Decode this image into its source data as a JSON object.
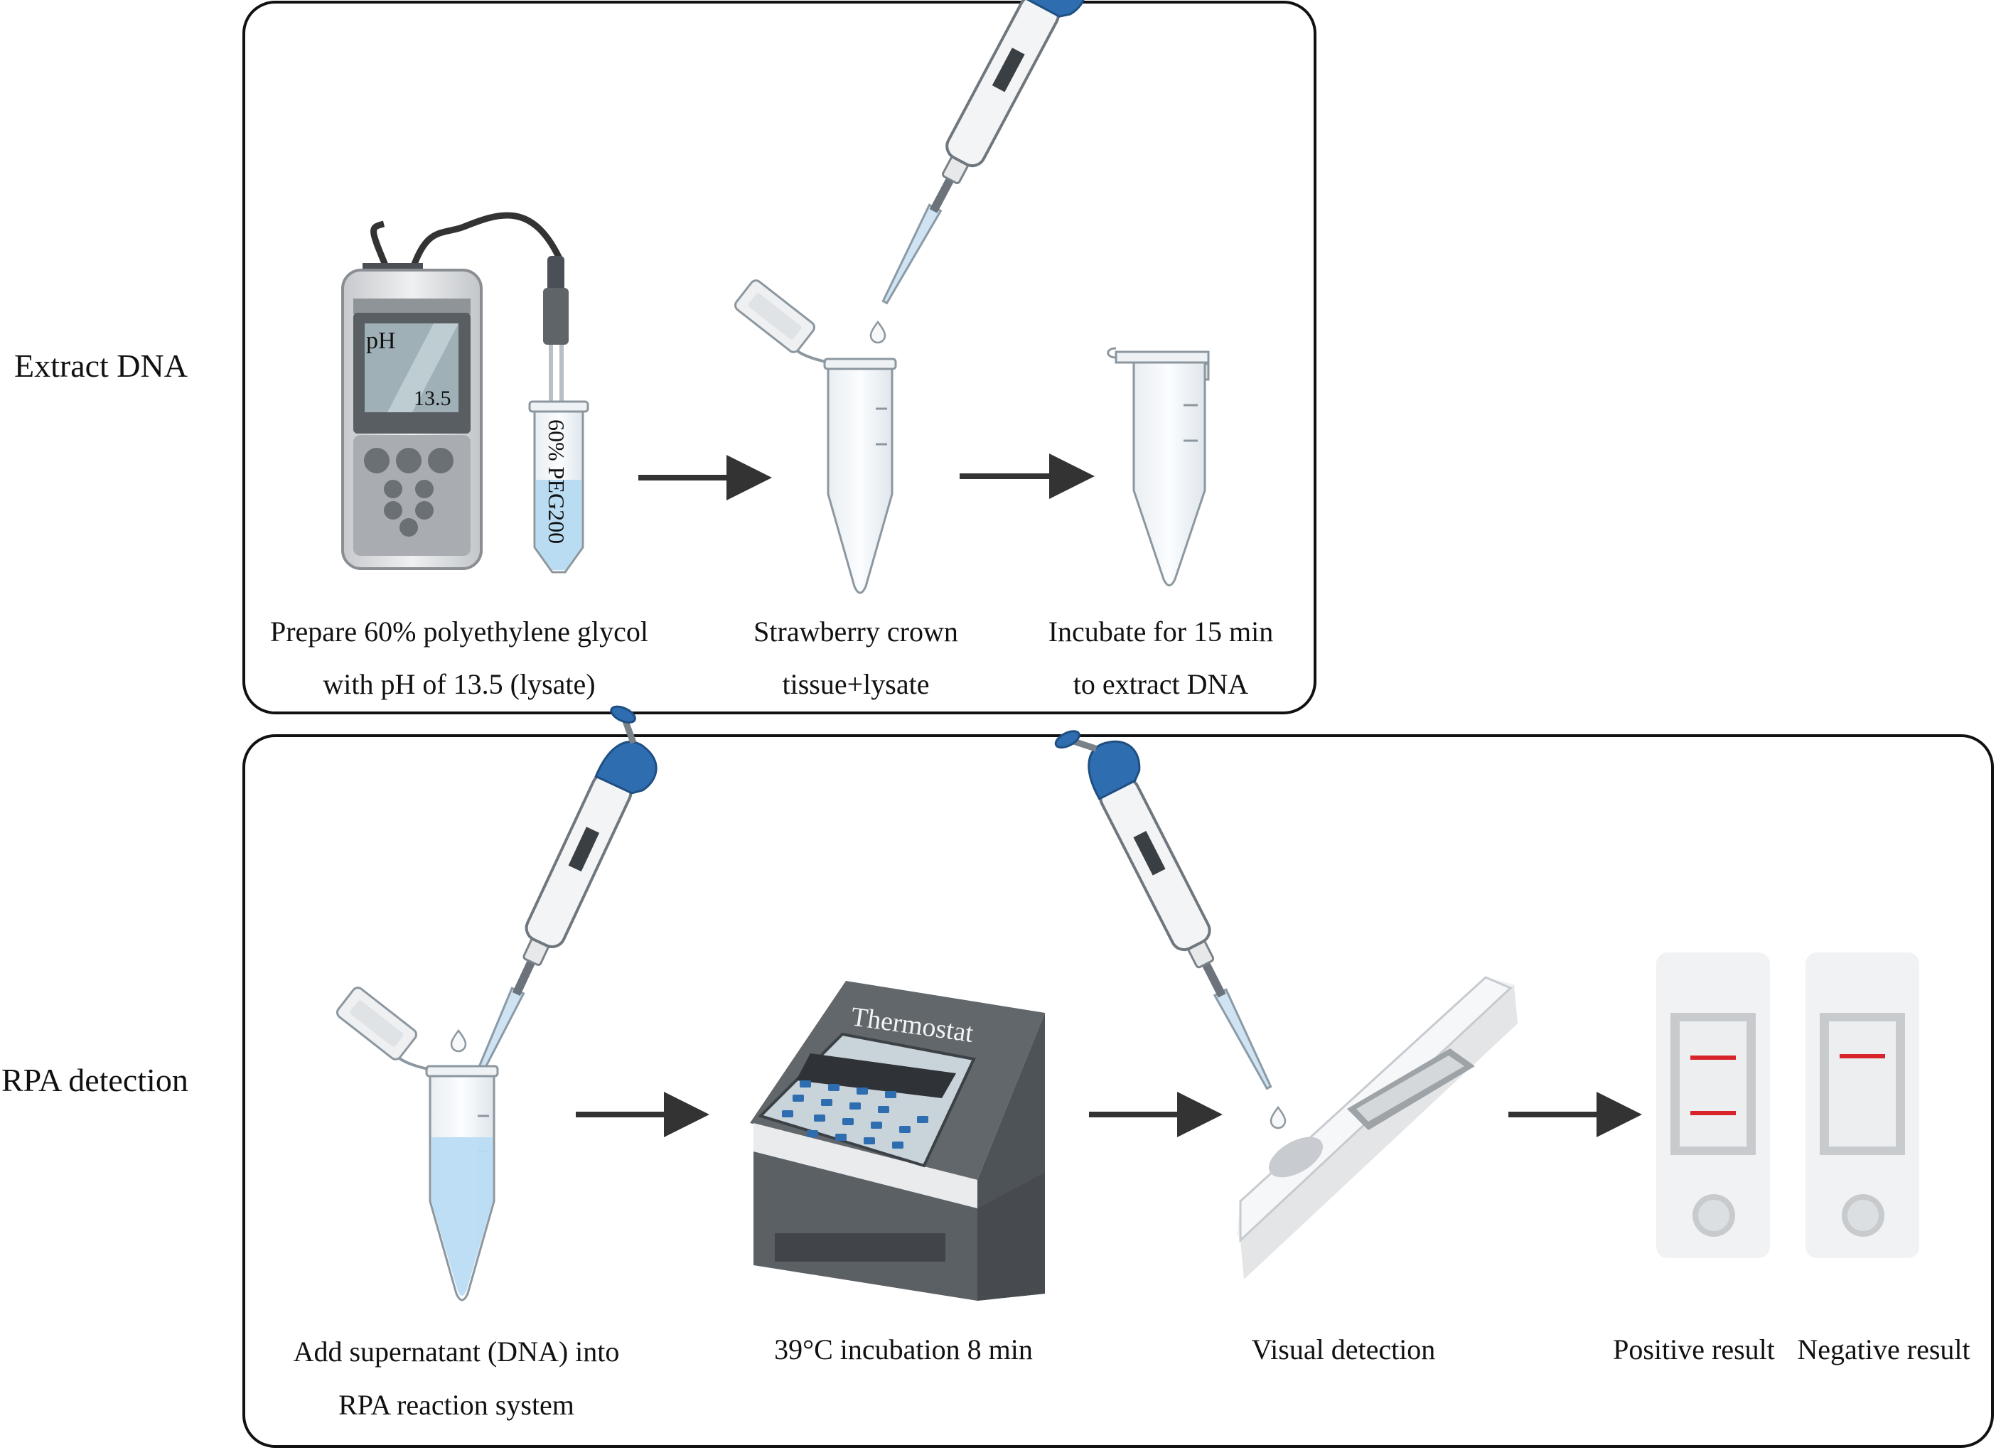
{
  "sections": [
    {
      "label": "Extract DNA",
      "steps": [
        {
          "caption_line1": "Prepare 60% polyethylene glycol",
          "caption_line2": "with pH of 13.5 (lysate)"
        },
        {
          "caption_line1": "Strawberry crown",
          "caption_line2": "tissue+lysate"
        },
        {
          "caption_line1": "Incubate for 15 min",
          "caption_line2": "to extract DNA"
        }
      ]
    },
    {
      "label": "RPA detection",
      "steps": [
        {
          "caption_line1": "Add supernatant (DNA) into",
          "caption_line2": "RPA reaction system"
        },
        {
          "caption_line1": "39°C incubation 8 min"
        },
        {
          "caption_line1": "Visual detection"
        },
        {
          "caption_line1": "Positive result"
        },
        {
          "caption_line1": "Negative result"
        }
      ]
    }
  ],
  "ph_meter": {
    "label": "pH",
    "reading": "13.5"
  },
  "tube_label": "60% PEG200",
  "thermostat_label": "Thermostat",
  "colors": {
    "pipette_blue": "#2e6db0",
    "liquid_blue": "#b9dcf3",
    "test_line_red": "#d8232a",
    "arrow": "#333333",
    "panel_border": "#111111"
  }
}
